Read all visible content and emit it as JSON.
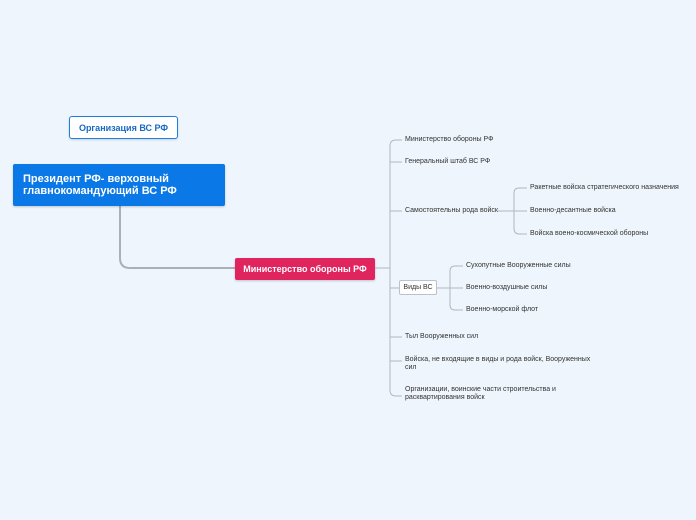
{
  "diagram": {
    "org_label": "Организация ВС РФ",
    "root": "Президент РФ- верховный главнокомандующий ВС РФ",
    "ministry": "Министерство обороны РФ",
    "branches": [
      "Министерство обороны РФ",
      "Генеральный штаб ВС РФ",
      "Самостоятельны рода войск",
      "Виды ВС",
      "Тыл Вооруженных сил",
      "Войска, не входящие в виды и рода войск, Вооруженных сил",
      "Организации, воинские части строительства и расквартирования войск"
    ],
    "independent_branches": [
      "Ракетные войска стратегического назначения",
      "Военно-десантные войска",
      "Войска воено-космической обороны"
    ],
    "service_types": [
      "Сухопутные Вооруженные силы",
      "Военно-воздушные силы",
      "Военно-морской флот"
    ]
  }
}
